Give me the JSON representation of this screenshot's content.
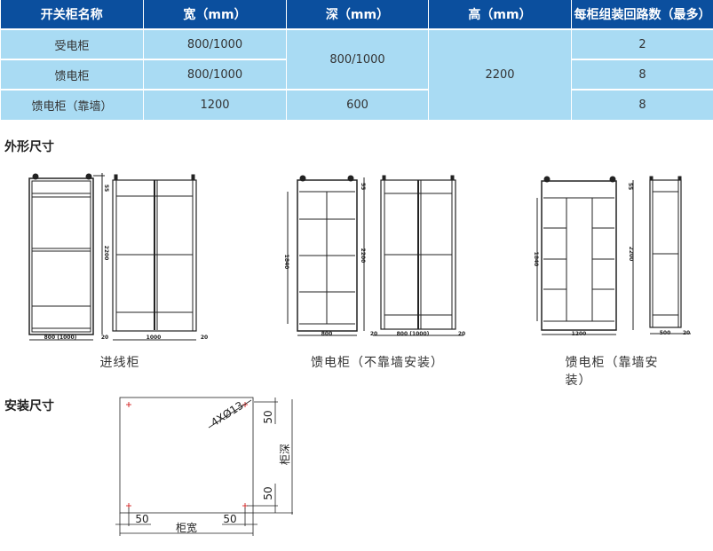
{
  "table": {
    "headers": [
      "开关柜名称",
      "宽（mm）",
      "深（mm）",
      "高（mm）",
      "每柜组装回路数（最多）"
    ],
    "rows": [
      {
        "name": "受电柜",
        "width": "800/1000",
        "circuits": "2"
      },
      {
        "name": "馈电柜",
        "width": "800/1000",
        "circuits": "8"
      },
      {
        "name": "馈电柜（靠墙）",
        "width": "1200",
        "circuits": "8"
      }
    ],
    "depth_merged": "800/1000",
    "depth_last": "600",
    "height_merged": "2200"
  },
  "sections": {
    "outline": "外形尺寸",
    "install": "安装尺寸"
  },
  "drawings": [
    {
      "caption": "进线柜",
      "dims": {
        "top": "55",
        "height": "2200",
        "front_width": "800 (1000)",
        "gap_left": "20",
        "side_width": "1000",
        "gap_right": "20"
      }
    },
    {
      "caption": "馈电柜（不靠墙安装）",
      "dims": {
        "inner": "1840",
        "top": "55",
        "height": "2200",
        "front_width": "800",
        "gap_left": "20",
        "side_width": "800 (1000)",
        "gap_right": "20"
      }
    },
    {
      "caption": "馈电柜（靠墙安装）",
      "dims": {
        "inner": "1840",
        "top": "55",
        "height": "2200",
        "front_width": "1200",
        "side_width": "500",
        "gap_right": "20"
      }
    }
  ],
  "install": {
    "holes": "4XØ13",
    "top_offset": "50",
    "bottom_offset": "50",
    "depth_label": "柜深",
    "left_offset": "50",
    "right_offset": "50",
    "width_label": "柜宽"
  }
}
